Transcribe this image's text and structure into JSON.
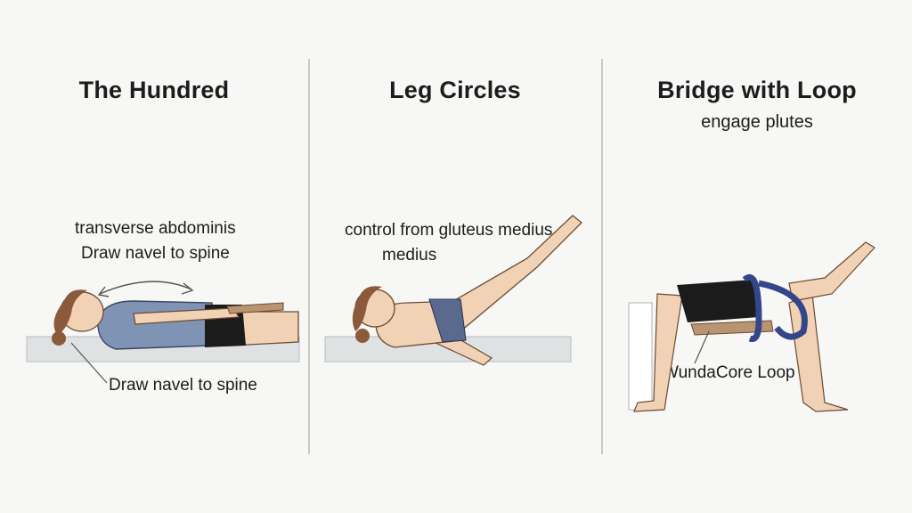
{
  "panels": [
    {
      "title": "The Hundred",
      "notes": [
        "transverse abdominis",
        "Draw navel to spine",
        "Draw navel to spine"
      ]
    },
    {
      "title": "Leg Circles",
      "notes": [
        "control from gluteus medius",
        "medius"
      ]
    },
    {
      "title": "Bridge with Loop",
      "subtitle": "engage plutes",
      "notes": [
        "WundaCore Loop"
      ]
    }
  ],
  "colors": {
    "skin": "#f2d2b4",
    "hair": "#8a5a3a",
    "top_blue": "#7f93b4",
    "shorts": "#1b1b1b",
    "mat": "#dfe2e2",
    "strap": "#34468a",
    "divider": "#c9c9c9"
  }
}
